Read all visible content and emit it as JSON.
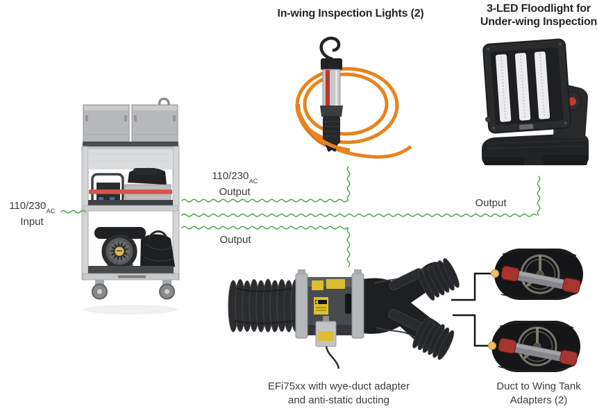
{
  "titles": {
    "inwing_lights": "In-wing Inspection Lights (2)",
    "floodlight_line1": "3-LED Floodlight for",
    "floodlight_line2": "Under-wing Inspection"
  },
  "captions": {
    "blower_line1": "EFi75xx with wye-duct adapter",
    "blower_line2": "and anti-static ducting",
    "adapters_line1": "Duct to Wing Tank",
    "adapters_line2": "Adapters (2)"
  },
  "power_labels": {
    "input_voltage": "110/230",
    "input_sub": "AC",
    "input_word": "Input",
    "output_voltage": "110/230",
    "output_sub": "AC",
    "output_word": "Output",
    "blower_output_word": "Output",
    "floodlight_output_word": "Output"
  },
  "colors": {
    "connector_green": "#4DA352",
    "connector_black": "#141414",
    "dot_gold": "#ECBE5F",
    "cable_orange": "#E8831D",
    "safety_red": "#D4574B",
    "warning_label_yellow": "#DCBE2E"
  }
}
